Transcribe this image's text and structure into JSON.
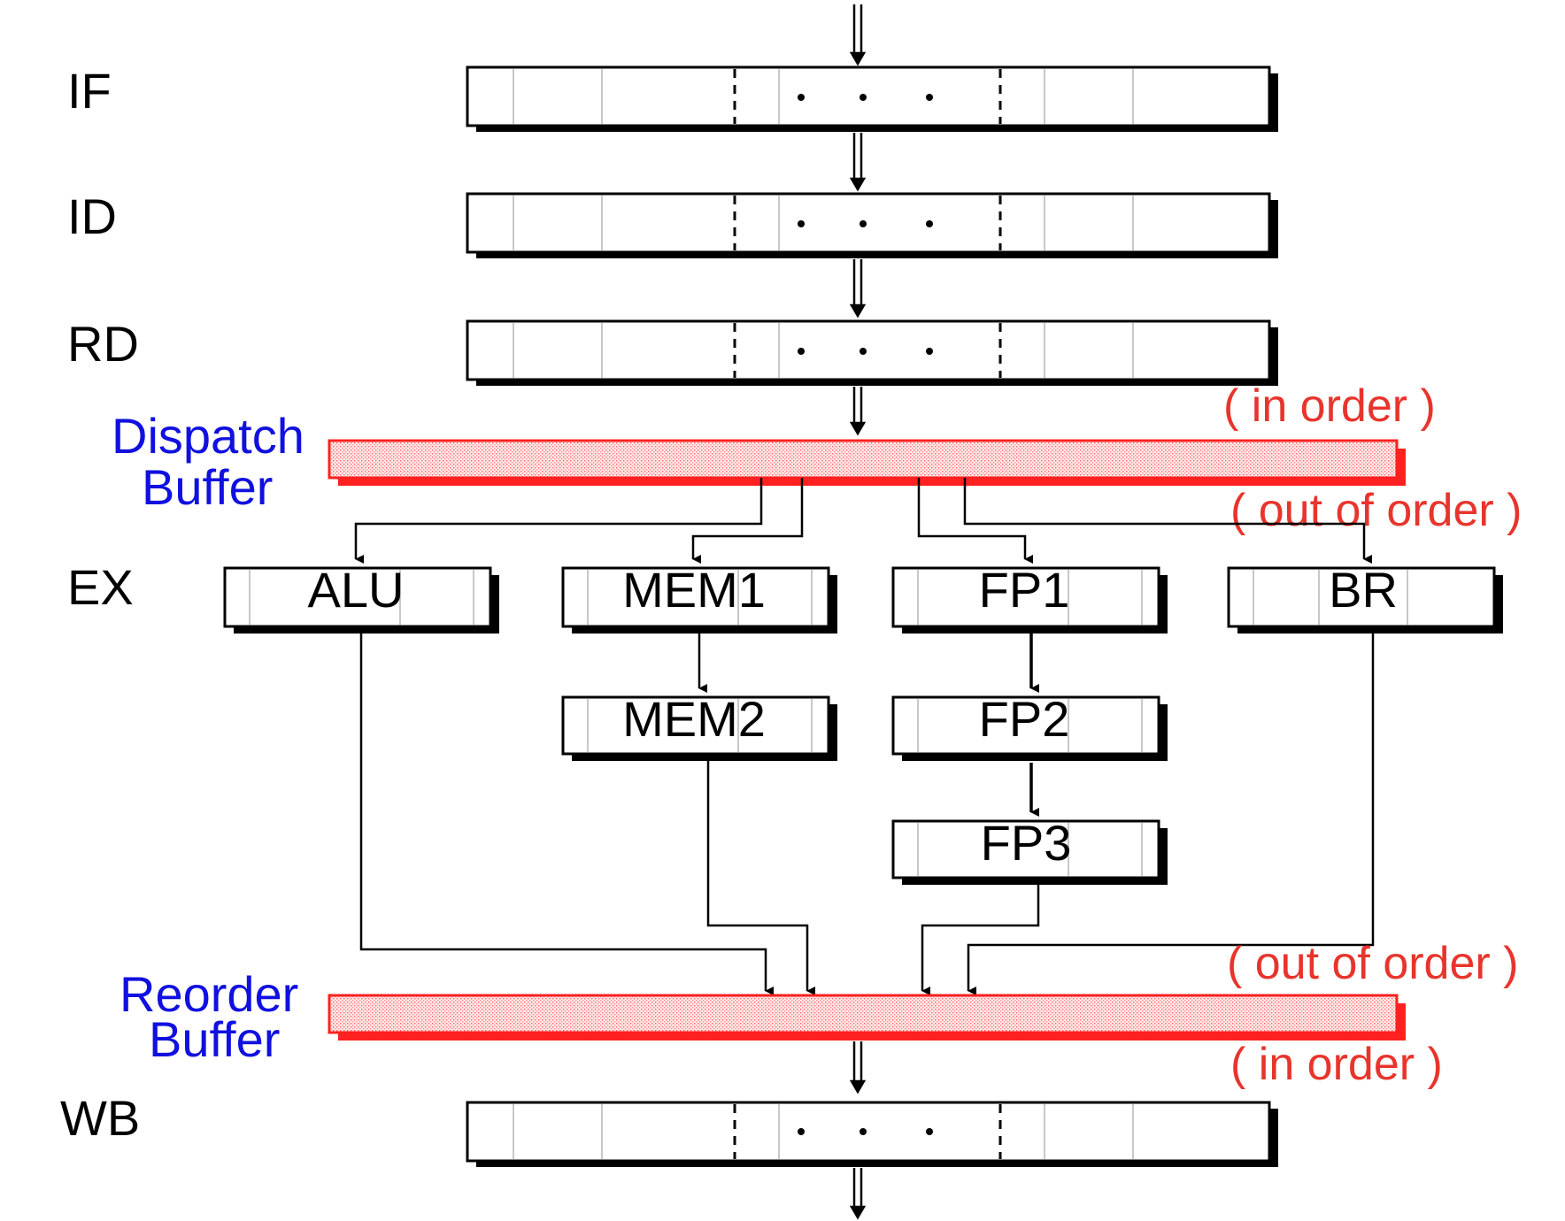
{
  "stages": {
    "if": "IF",
    "id": "ID",
    "rd": "RD",
    "ex": "EX",
    "wb": "WB"
  },
  "buffers": {
    "dispatch": {
      "line1": "Dispatch",
      "line2": "Buffer"
    },
    "reorder": {
      "line1": "Reorder",
      "line2": "Buffer"
    }
  },
  "order_notes": {
    "dispatch_in": "( in order )",
    "dispatch_out": "( out of order )",
    "reorder_in": "( out of order )",
    "reorder_out": "( in order )"
  },
  "units": {
    "alu": "ALU",
    "mem1": "MEM1",
    "mem2": "MEM2",
    "fp1": "FP1",
    "fp2": "FP2",
    "fp3": "FP3",
    "br": "BR"
  },
  "colors": {
    "buffer_red": "#ff2020",
    "buffer_label_blue": "#1010e0",
    "order_note_red": "#e8342c"
  }
}
